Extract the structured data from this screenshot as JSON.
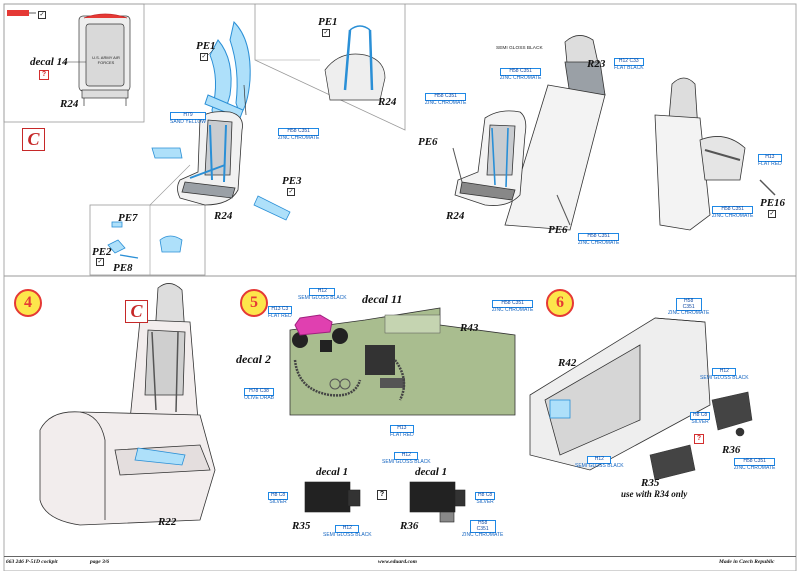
{
  "header": {
    "legend_icon": "red-bar-icon"
  },
  "steps": {
    "step_c_top": "C",
    "step_4": "4",
    "step_c_4": "C",
    "step_5": "5",
    "step_6": "6"
  },
  "inset": {
    "decal": "decal 14",
    "seat_text": "U.S. ARMY AIR FORCES",
    "part": "R24"
  },
  "parts": {
    "pe1_a": "PE1",
    "pe1_b": "PE1",
    "r24_a": "R24",
    "r24_b": "R24",
    "r24_c": "R24",
    "pe3": "PE3",
    "pe7": "PE7",
    "pe2": "PE2",
    "pe8": "PE8",
    "r23": "R23",
    "pe6_a": "PE6",
    "pe6_b": "PE6",
    "pe16": "PE16",
    "r22": "R22",
    "decal_11": "decal 11",
    "decal_2": "decal 2",
    "r43": "R43",
    "decal_1_a": "decal 1",
    "decal_1_b": "decal 1",
    "r35": "R35",
    "r36": "R36",
    "r42": "R42",
    "r36_b": "R36",
    "r35_b": "R35",
    "r35_note": "use with R34 only"
  },
  "codes": {
    "sand_yellow": {
      "code": "H79",
      "label": "SAND YELLOW"
    },
    "zinc_chromate_1": {
      "code": "H58 C351",
      "label": "ZINC CHROMATE"
    },
    "semi_gloss_black_1": {
      "code": "H12",
      "label": "SEMI GLOSS BLACK"
    },
    "zinc_chromate_2": {
      "code": "H58 C351",
      "label": "ZINC CHROMATE"
    },
    "flat_black": {
      "code": "H12 C33",
      "label": "FLAT BLACK"
    },
    "zinc_chromate_3": {
      "code": "H58 C351",
      "label": "ZINC CHROMATE"
    },
    "zinc_chromate_4": {
      "code": "H58 C351",
      "label": "ZINC CHROMATE"
    },
    "flat_red_1": {
      "code": "H13",
      "label": "FLAT RED"
    },
    "zinc_chromate_5": {
      "code": "H58 C351",
      "label": "ZINC CHROMATE"
    },
    "semi_gloss_black_2": {
      "code": "H12",
      "label": "SEMI GLOSS BLACK"
    },
    "flat_red_2": {
      "code": "H13 C3",
      "label": "FLAT RED"
    },
    "zinc_chromate_6": {
      "code": "H58 C351",
      "label": "ZINC CHROMATE"
    },
    "olive_drab": {
      "code": "H78 C38",
      "label": "OLIVE DRAB"
    },
    "flat_red_3": {
      "code": "H13",
      "label": "FLAT RED"
    },
    "silver_1": {
      "code": "H8 C8",
      "label": "SILVER"
    },
    "semi_gloss_black_3": {
      "code": "H12",
      "label": "SEMI GLOSS BLACK"
    },
    "semi_gloss_black_4": {
      "code": "H12",
      "label": "SEMI GLOSS BLACK"
    },
    "silver_2": {
      "code": "H8 C8",
      "label": "SILVER"
    },
    "zinc_chromate_7": {
      "code": "H58 C351",
      "label": "ZINC CHROMATE"
    },
    "zinc_chromate_8": {
      "code": "H58 C351",
      "label": "ZINC CHROMATE"
    },
    "semi_gloss_black_5": {
      "code": "H12",
      "label": "SEMI GLOSS BLACK"
    },
    "silver_3": {
      "code": "H8 C8",
      "label": "SILVER"
    },
    "semi_gloss_black_6": {
      "code": "H12",
      "label": "SEMI GLOSS BLACK"
    },
    "zinc_chromate_9": {
      "code": "H58 C351",
      "label": "ZINC CHROMATE"
    }
  },
  "footer": {
    "product": "663 246  P-51D cockpit",
    "page": "page 3/6",
    "url": "www.eduard.com",
    "made": "Made in Czech Republic"
  },
  "colors": {
    "accent_red": "#d32f2f",
    "pe_blue": "#6ab7e8",
    "panel_green": "#a9bd8f",
    "paint_blue": "#1e88e5",
    "pink": "#e040b0"
  }
}
